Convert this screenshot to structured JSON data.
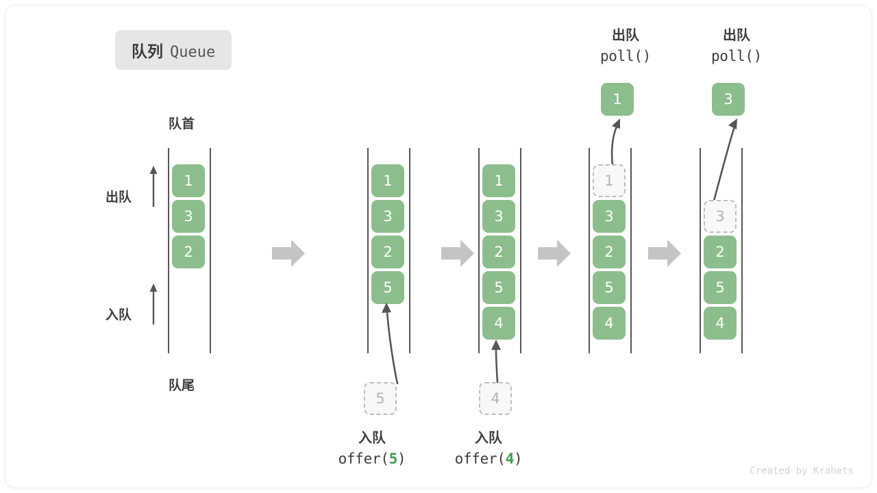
{
  "title": {
    "cn": "队列",
    "en": "Queue"
  },
  "labels": {
    "head": "队首",
    "tail": "队尾",
    "dequeue": "出队",
    "enqueue": "入队"
  },
  "operations": {
    "offer5": {
      "cn": "入队",
      "code_prefix": "offer(",
      "code_value": "5",
      "code_suffix": ")"
    },
    "offer4": {
      "cn": "入队",
      "code_prefix": "offer(",
      "code_value": "4",
      "code_suffix": ")"
    },
    "poll1": {
      "cn": "出队",
      "code": "poll()"
    },
    "poll2": {
      "cn": "出队",
      "code": "poll()"
    }
  },
  "stages": [
    {
      "name": "initial",
      "cells": [
        "1",
        "3",
        "2"
      ]
    },
    {
      "name": "after-offer5",
      "cells": [
        "1",
        "3",
        "2",
        "5"
      ],
      "pending": "5"
    },
    {
      "name": "after-offer4",
      "cells": [
        "1",
        "3",
        "2",
        "5",
        "4"
      ],
      "pending": "4"
    },
    {
      "name": "poll-first",
      "cells": [
        "1",
        "3",
        "2",
        "5",
        "4"
      ],
      "removing": "1",
      "popped": "1"
    },
    {
      "name": "poll-second",
      "cells": [
        "3",
        "2",
        "5",
        "4"
      ],
      "removing": "3",
      "popped": "3"
    }
  ],
  "footer": "Created by Krahets",
  "colors": {
    "cell_green": "#8cbd8c",
    "ghost_fill": "#f8f8f8",
    "ghost_border": "#bdbdbd",
    "rail": "#555555",
    "flow_arrow": "#c4c4c4",
    "text": "#3c3c3c",
    "badge_bg": "#e6e6e6",
    "accent_green": "#3c9b4f"
  }
}
